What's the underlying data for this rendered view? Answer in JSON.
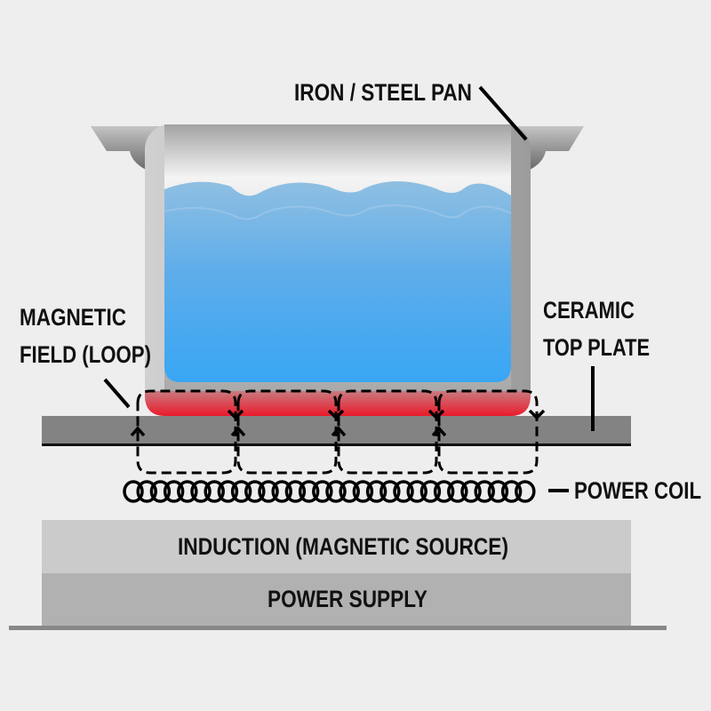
{
  "labels": {
    "pan": "IRON / STEEL PAN",
    "magnetic_field_line1": "MAGNETIC",
    "magnetic_field_line2": "FIELD (LOOP)",
    "ceramic_line1": "CERAMIC",
    "ceramic_line2": "TOP PLATE",
    "power_coil": "POWER COIL",
    "induction": "INDUCTION (MAGNETIC SOURCE)",
    "power_supply": "POWER SUPPLY"
  },
  "colors": {
    "background": "#efeeee",
    "water": "#3fa6f0",
    "hot_bottom": "#e8202e",
    "top_plate": "#838383",
    "induction_block": "#cbcbcb",
    "power_supply_block": "#b1b1b1",
    "line": "#000000"
  },
  "field_loops": 4,
  "coil_turns": 30
}
